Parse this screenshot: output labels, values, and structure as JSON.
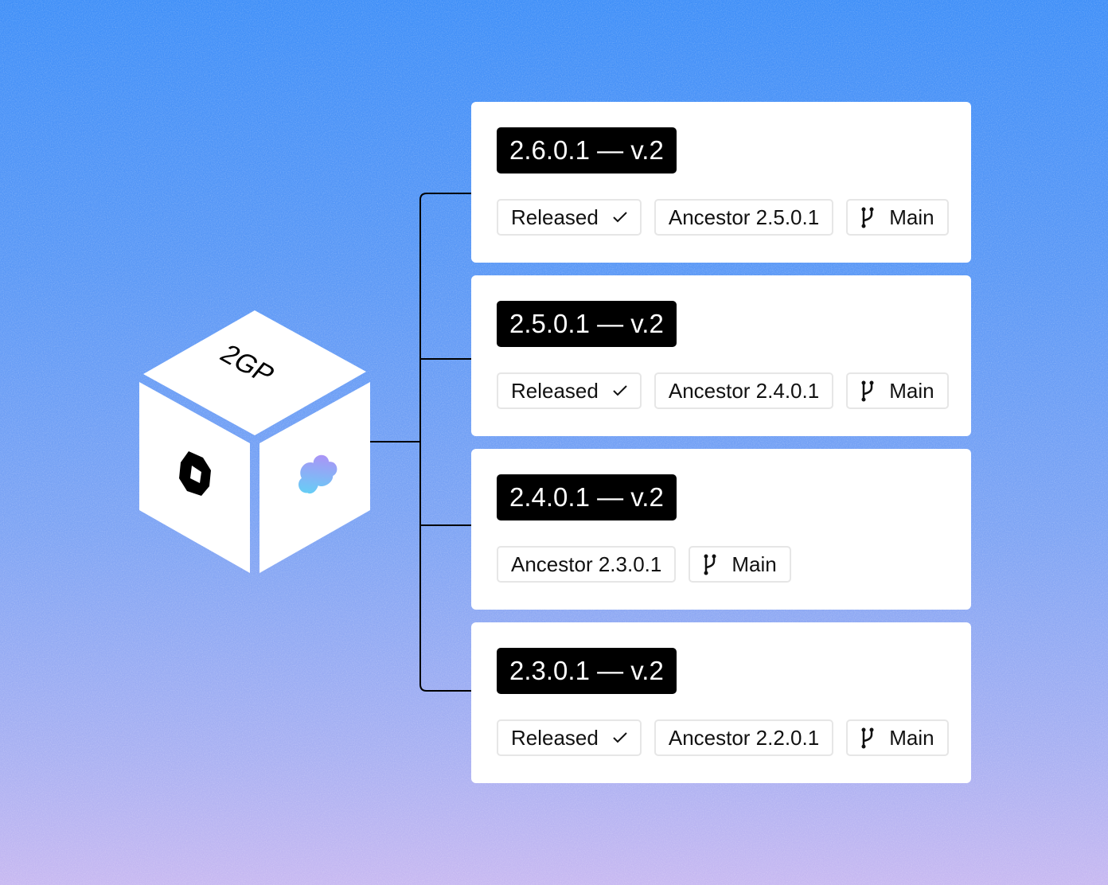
{
  "cube": {
    "label": "2GP",
    "icons": [
      "tag-badge-icon",
      "cloud-icon"
    ]
  },
  "releases": [
    {
      "version": "2.6.0.1 — v.2",
      "status": "Released",
      "ancestor": "Ancestor 2.5.0.1",
      "branch": "Main"
    },
    {
      "version": "2.5.0.1 — v.2",
      "status": "Released",
      "ancestor": "Ancestor 2.4.0.1",
      "branch": "Main"
    },
    {
      "version": "2.4.0.1 — v.2",
      "status": null,
      "ancestor": "Ancestor 2.3.0.1",
      "branch": "Main"
    },
    {
      "version": "2.3.0.1 — v.2",
      "status": "Released",
      "ancestor": "Ancestor 2.2.0.1",
      "branch": "Main"
    }
  ],
  "icons": {
    "status": "check-icon",
    "branch": "git-branch-icon"
  },
  "colors": {
    "badge_bg": "#000000",
    "card_bg": "#ffffff",
    "pill_border": "#e6e6e6"
  }
}
